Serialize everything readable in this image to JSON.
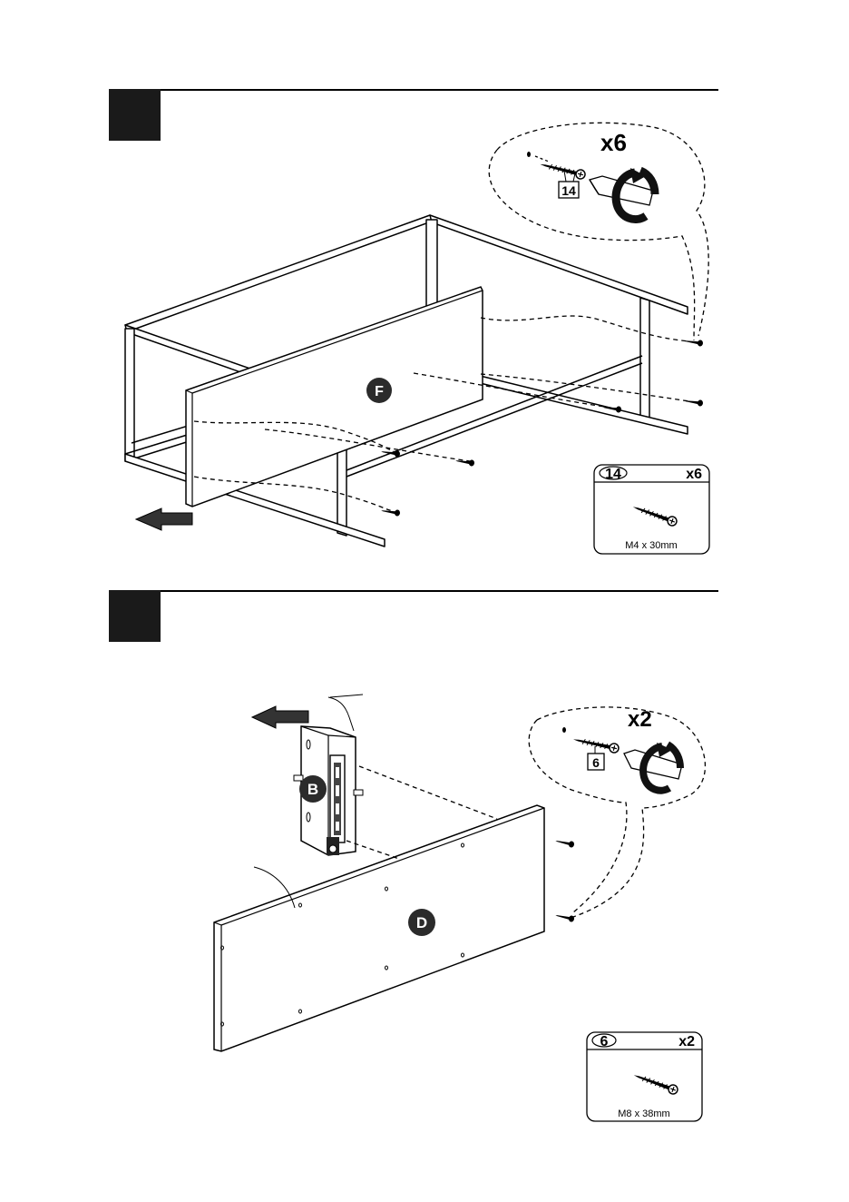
{
  "steps": [
    {
      "number": "",
      "callout_qty": "x6",
      "callout_part": "14",
      "panel_label": "F",
      "part_box": {
        "part": "14",
        "qty": "x6",
        "size": "M4 x 30mm"
      }
    },
    {
      "number": "",
      "callout_qty": "x2",
      "callout_part": "6",
      "panel_labels": [
        "B",
        "D"
      ],
      "part_box": {
        "part": "6",
        "qty": "x2",
        "size": "M8 x 38mm"
      }
    }
  ]
}
